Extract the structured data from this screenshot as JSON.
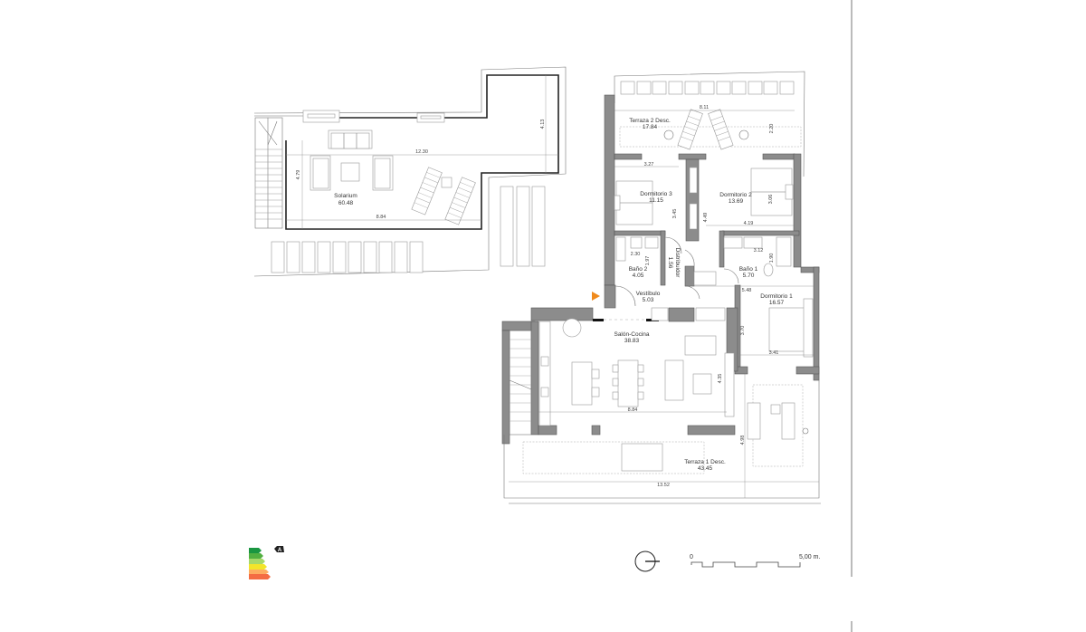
{
  "plan": {
    "rooms": [
      {
        "id": "solarium",
        "name": "Solarium",
        "area": "60.48"
      },
      {
        "id": "terraza2",
        "name": "Terraza 2 Desc.",
        "area": "17.84"
      },
      {
        "id": "dormitorio3",
        "name": "Dormitorio 3",
        "area": "11.15"
      },
      {
        "id": "dormitorio2",
        "name": "Dormitorio 2",
        "area": "13.69"
      },
      {
        "id": "bano2",
        "name": "Baño 2",
        "area": "4.05"
      },
      {
        "id": "distribuidor",
        "name": "Distribuidor",
        "area": "1.56"
      },
      {
        "id": "bano1",
        "name": "Baño 1",
        "area": "5.70"
      },
      {
        "id": "vestibulo",
        "name": "Vestíbulo",
        "area": "5.03"
      },
      {
        "id": "dormitorio1",
        "name": "Dormitorio 1",
        "area": "16.57"
      },
      {
        "id": "salon",
        "name": "Salón-Cocina",
        "area": "38.83"
      },
      {
        "id": "terraza1",
        "name": "Terraza 1 Desc.",
        "area": "43.45"
      }
    ],
    "dimensions": {
      "solarium_width": "12.30",
      "solarium_depth_right": "4.13",
      "solarium_depth_left": "4.79",
      "solarium_bottom": "8.84",
      "terraza2_width": "8.11",
      "terraza2_depth": "2.20",
      "dorm3_width": "3.27",
      "dorm3_depth": "3.45",
      "closet_depth": "4.49",
      "dorm2_depth": "3.06",
      "dorm2_width": "4.19",
      "bano2_width": "2.30",
      "bano2_depth": "1.97",
      "bano1_width": "3.12",
      "bano1_depth": "1.90",
      "dorm1_top": "5.48",
      "dorm1_depth": "3.70",
      "dorm1_width": "3.41",
      "salon_width": "8.84",
      "salon_depth": "4.35",
      "terraza1_width": "13.52",
      "terraza1_depth": "4.98"
    },
    "energy_rating": {
      "label": "A",
      "colors": [
        "#1a9641",
        "#52b041",
        "#a6d96a",
        "#f2e52b",
        "#fdae61",
        "#f46d43",
        "#d7191c"
      ]
    },
    "scale": {
      "start": "0",
      "end": "5,00 m."
    },
    "entrance_marker_color": "#f08a1c"
  }
}
